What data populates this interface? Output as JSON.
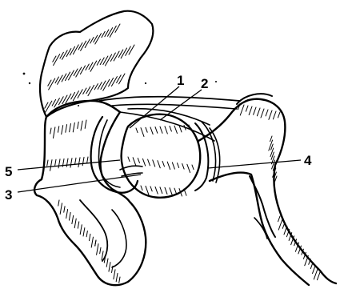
{
  "figure": {
    "labels": {
      "l1": "1",
      "l2": "2",
      "l3": "3",
      "l4": "4",
      "l5": "5"
    }
  }
}
